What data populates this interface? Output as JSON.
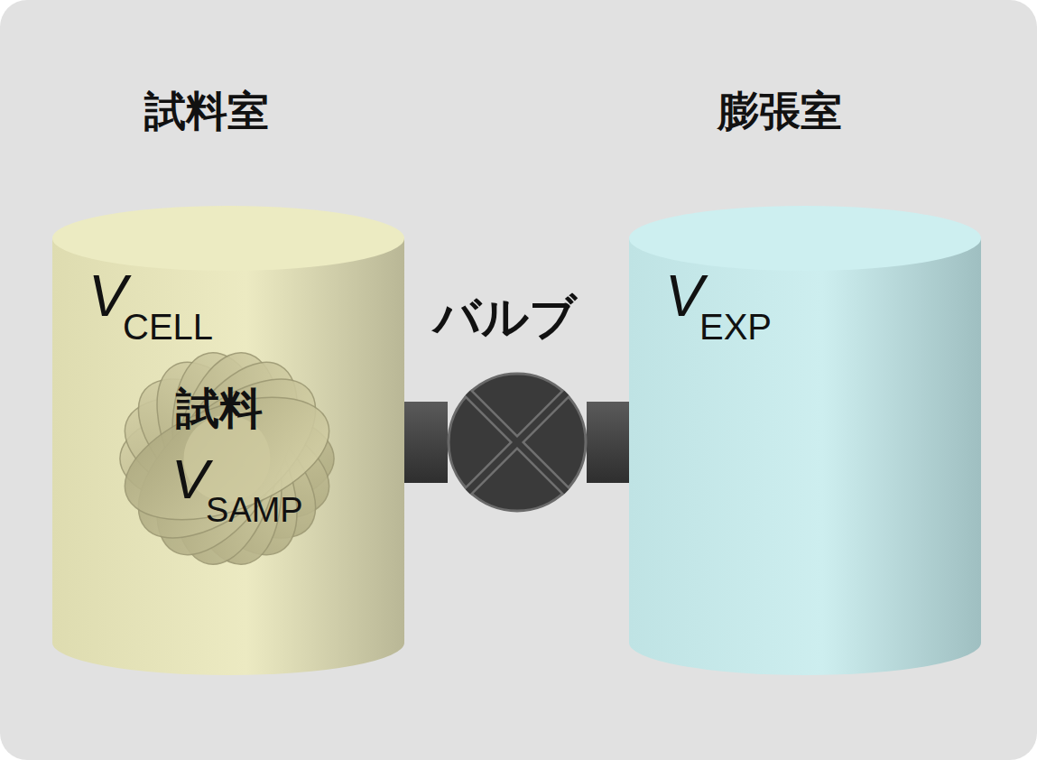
{
  "diagram": {
    "nodes": [
      {
        "text": [
          "試料室",
          "V",
          "CELL"
        ]
      },
      {
        "text": [
          "試料",
          "V",
          "SAMP"
        ],
        "in": 0
      },
      {
        "text": [
          "バルブ"
        ]
      },
      {
        "text": [
          "膨張室",
          "V",
          "EXP"
        ]
      }
    ],
    "edges": [
      {
        "from": 0,
        "to": 2,
        "arrow": "none"
      },
      {
        "from": 2,
        "to": 3,
        "arrow": "none"
      }
    ]
  }
}
